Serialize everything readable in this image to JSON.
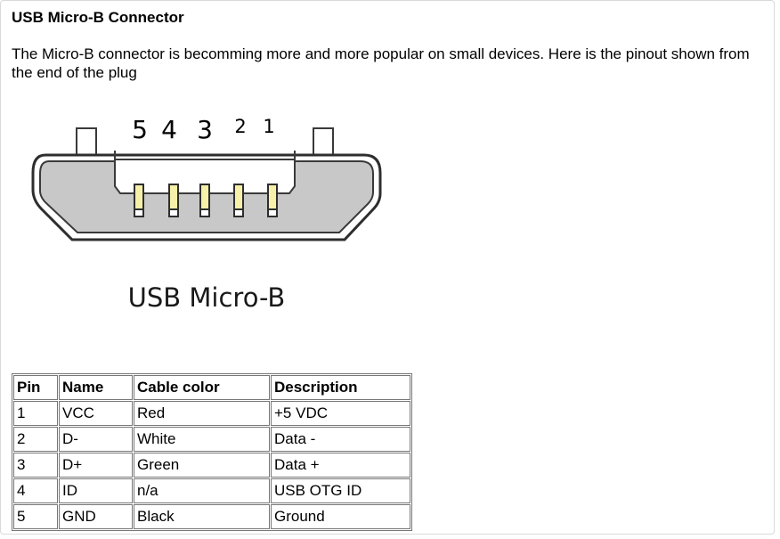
{
  "section": {
    "title": "USB Micro-B Connector",
    "intro": "The Micro-B connector is becomming more and more popular on small devices. Here is the pinout shown from the end of the plug"
  },
  "diagram": {
    "pin_numbers": [
      "5",
      "4",
      "3",
      "2",
      "1"
    ],
    "caption": "USB Micro-B"
  },
  "pinout_table": {
    "headers": [
      "Pin",
      "Name",
      "Cable color",
      "Description"
    ],
    "rows": [
      [
        "1",
        "VCC",
        "Red",
        "+5 VDC"
      ],
      [
        "2",
        "D-",
        "White",
        "Data -"
      ],
      [
        "3",
        "D+",
        "Green",
        "Data +"
      ],
      [
        "4",
        "ID",
        "n/a",
        "USB OTG ID"
      ],
      [
        "5",
        "GND",
        "Black",
        "Ground"
      ]
    ]
  },
  "colors": {
    "border": "#777777",
    "panel_border": "#d9d9d9",
    "connector_fill": "#c8c8c8",
    "pin_fill": "#f6f0a8"
  }
}
